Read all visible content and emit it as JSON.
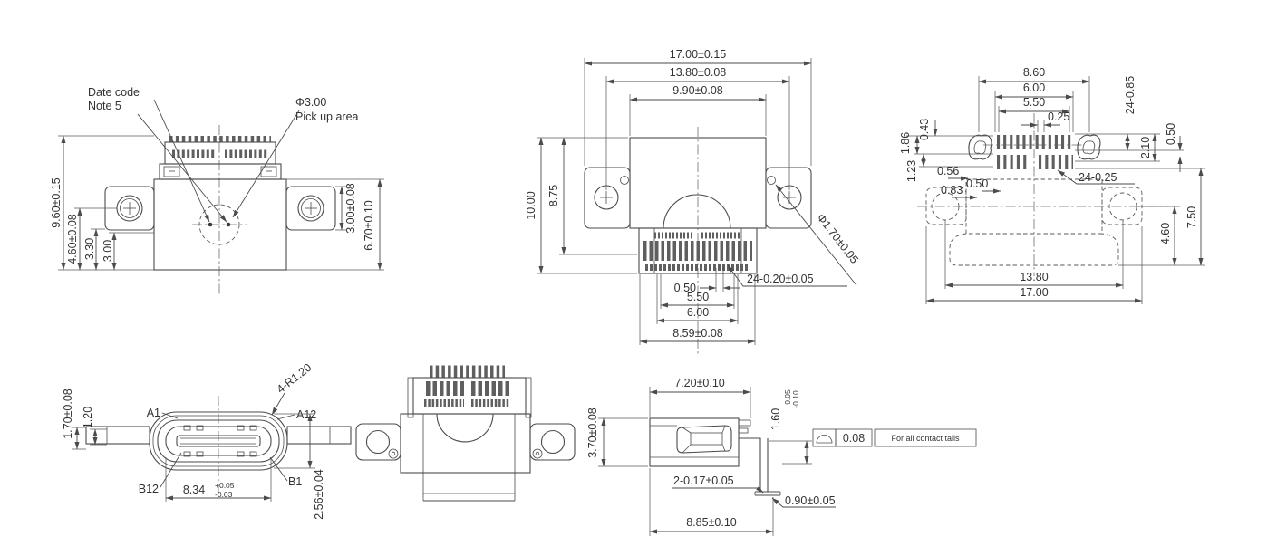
{
  "drawing": {
    "background_color": "#ffffff",
    "line_color": "#4b4b4b",
    "text_color": "#333333"
  },
  "front_view": {
    "date_code_l1": "Date code",
    "date_code_l2": "Note 5",
    "pickup_l1": "Φ3.00",
    "pickup_l2": "Pick up area",
    "dim_height": "9.60±0.15",
    "dim_460": "4.60±0.08",
    "dim_330": "3.30",
    "dim_300": "3.00",
    "dim_lug": "3.00±0.08",
    "dim_670": "6.70±0.10"
  },
  "top_view": {
    "dim_1700": "17.00±0.15",
    "dim_1380": "13.80±0.08",
    "dim_990": "9.90±0.08",
    "dim_1000": "10.00",
    "dim_875": "8.75",
    "dim_050": "0.50",
    "dim_550": "5.50",
    "dim_600": "6.00",
    "dim_859": "8.59±0.08",
    "dim_pins": "24-0.20±0.05",
    "dim_hole": "Φ1.70±0.05"
  },
  "pcb_view": {
    "dim_860": "8.60",
    "dim_600": "6.00",
    "dim_550": "5.50",
    "dim_025": "0.25",
    "dim_pads_tall": "24-0.85",
    "dim_210": "2.10",
    "dim_050_right": "0.50",
    "dim_186": "1.86",
    "dim_043": "0.43",
    "dim_123": "1.23",
    "dim_056": "0.56",
    "dim_083": "0.83",
    "dim_050_mid": "0.50",
    "dim_pads_small": "24-0.25",
    "dim_460": "4.60",
    "dim_750": "7.50",
    "dim_1380": "13.80",
    "dim_1700": "17.00"
  },
  "face_view": {
    "pin_a1": "A1",
    "pin_a12": "A12",
    "pin_b1": "B1",
    "pin_b12": "B12",
    "dim_corner_radius": "4-R1.20",
    "dim_170": "1.70±0.08",
    "dim_120": "1.20",
    "dim_834": "8.34",
    "dim_834_plus": "+0.05",
    "dim_834_minus": "-0.03",
    "dim_256": "2.56±0.04"
  },
  "side_view": {
    "dim_720": "7.20±0.10",
    "dim_370": "3.70±0.08",
    "dim_160": "1.60",
    "dim_160_plus": "+0.05",
    "dim_160_minus": "-0.10",
    "dim_tails": "2-0.17±0.05",
    "dim_090": "0.90±0.05",
    "dim_885": "8.85±0.10",
    "note_value": "0.08",
    "note_label": "For all contact tails"
  }
}
